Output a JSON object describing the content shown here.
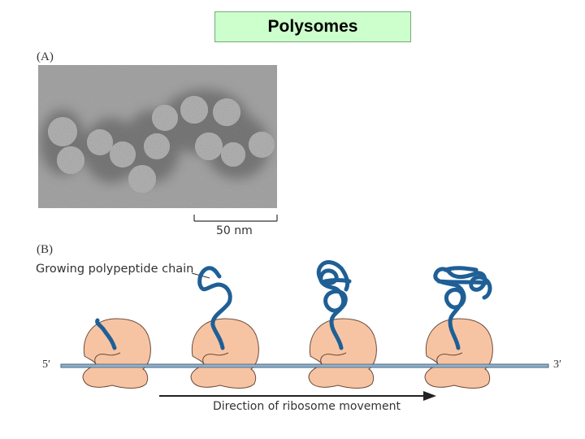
{
  "title": "Polysomes",
  "panel_a": {
    "label": "(A)",
    "image_description": "electron micrograph of polysome ribosomes",
    "scale_bar_label": "50 nm"
  },
  "panel_b": {
    "label": "(B)",
    "chain_label": "Growing polypeptide chain",
    "mrna_5_end": "5′",
    "mrna_3_end": "3′",
    "direction_label": "Direction of ribosome movement",
    "colors": {
      "ribosome": "#f7c4a3",
      "polypeptide": "#1f5f96",
      "mrna": "#7d9cb8",
      "title_bg": "#ccffcc"
    },
    "ribosome_count": 4
  }
}
